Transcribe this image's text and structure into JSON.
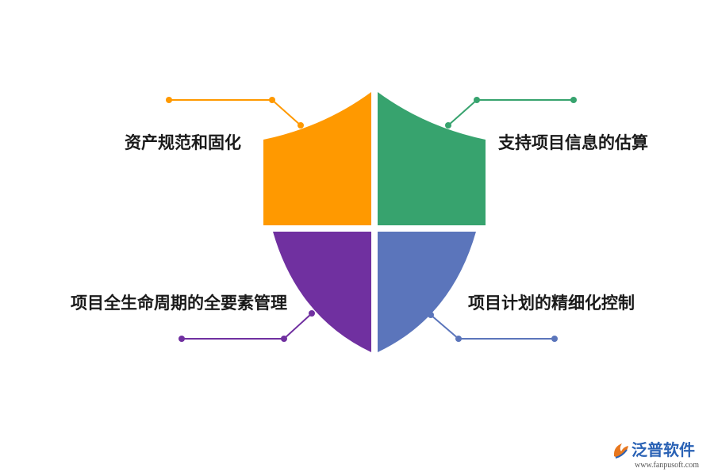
{
  "diagram": {
    "quadrants": [
      {
        "id": "top-left",
        "label": "资产规范和固化",
        "color": "#FF9900"
      },
      {
        "id": "top-right",
        "label": "支持项目信息的估算",
        "color": "#37A36E"
      },
      {
        "id": "bottom-left",
        "label": "项目全生命周期的全要素管理",
        "color": "#7030A0"
      },
      {
        "id": "bottom-right",
        "label": "项目计划的精细化控制",
        "color": "#5B75BB"
      }
    ]
  },
  "watermark": {
    "brand": "泛普软件",
    "url": "www.fanpusoft.com"
  }
}
